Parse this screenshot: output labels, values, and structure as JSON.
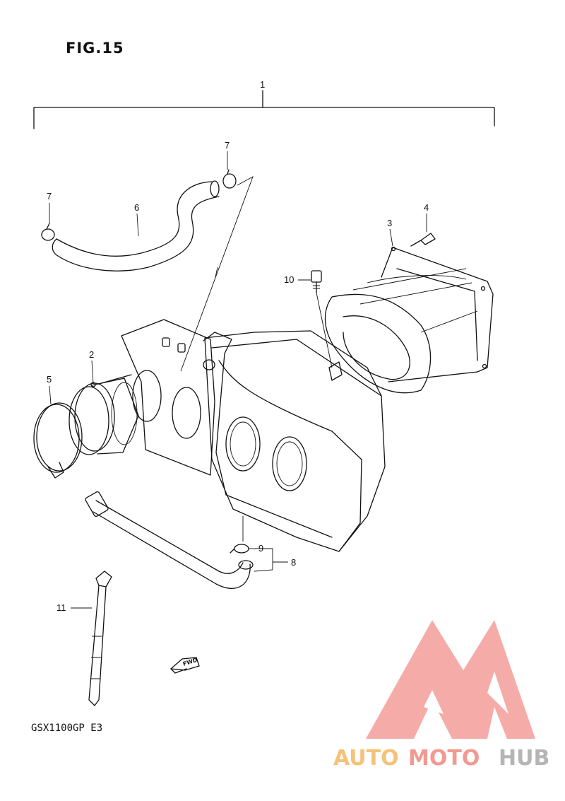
{
  "figure": {
    "title": "FIG.15",
    "model_code": "GSX1100GP  E3",
    "fwd_label": "FWD"
  },
  "callouts": [
    "1",
    "2",
    "3",
    "4",
    "5",
    "6",
    "7",
    "7",
    "8",
    "9",
    "10",
    "11"
  ],
  "watermark": {
    "part1": "AUTO",
    "part2": "MOTO",
    "part3": "HUB",
    "colors": {
      "part1": "#f5c27a",
      "part2": "#f29a92",
      "part3": "#b5b5b5",
      "logo": "#f4a3a0"
    }
  }
}
